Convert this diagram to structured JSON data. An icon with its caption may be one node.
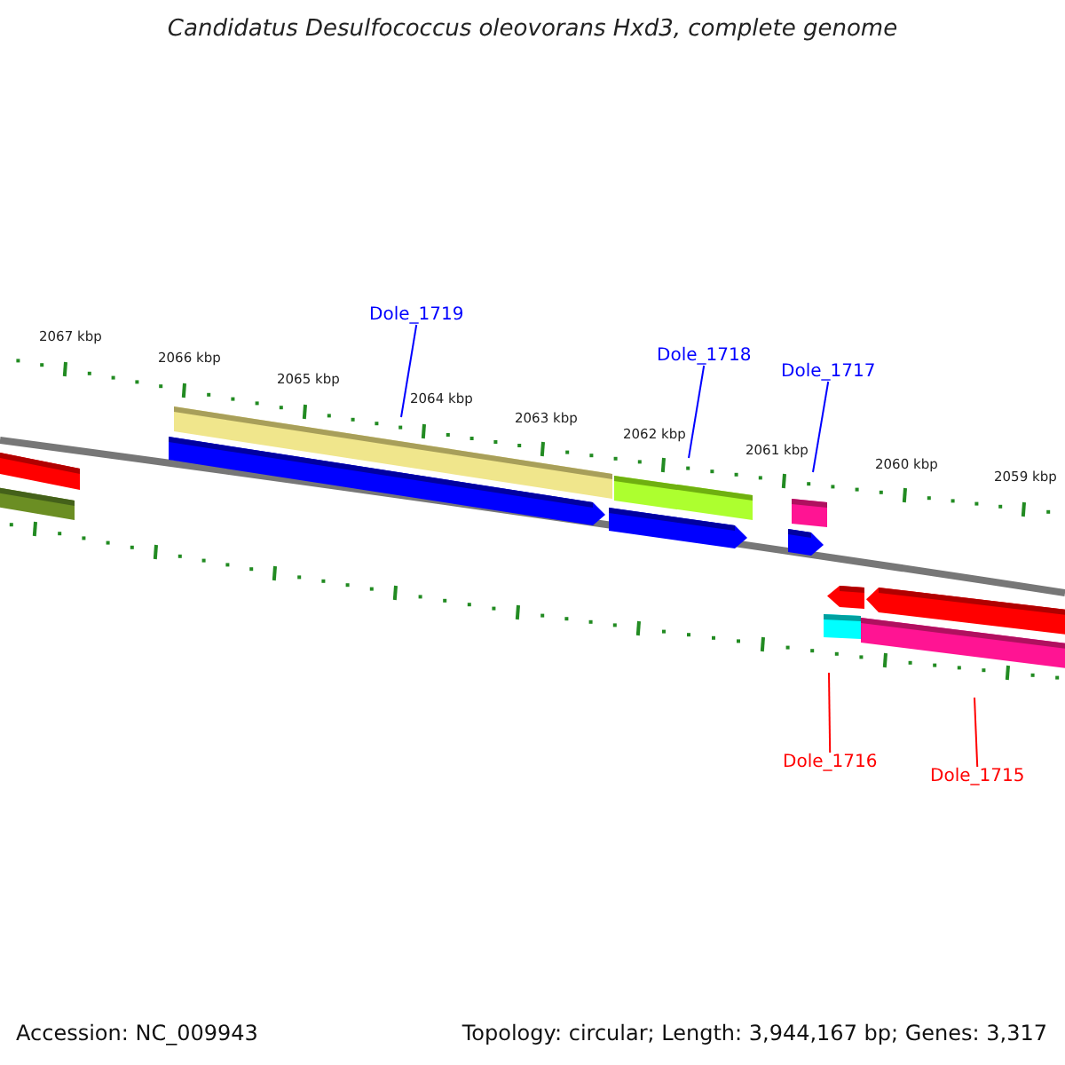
{
  "diagram": {
    "title": "Candidatus Desulfococcus oleovorans Hxd3, complete genome",
    "nodes": [
      {
        "text": [
          "Dole_1719"
        ]
      },
      {
        "text": [
          "Dole_1718"
        ]
      },
      {
        "text": [
          "Dole_1717"
        ]
      },
      {
        "text": [
          "Dole_1716"
        ]
      },
      {
        "text": [
          "Dole_1715"
        ]
      }
    ],
    "edges": [
      {
        "from": 0,
        "to": null,
        "arrow": "none"
      },
      {
        "from": 1,
        "to": null,
        "arrow": "none"
      },
      {
        "from": 2,
        "to": null,
        "arrow": "none"
      },
      {
        "from": 3,
        "to": null,
        "arrow": "none",
        "color": "#ff0000"
      },
      {
        "from": 4,
        "to": null,
        "arrow": "none",
        "color": "#ff0000"
      }
    ],
    "labels": [
      "2067 kbp",
      "2066 kbp",
      "2065 kbp",
      "2064 kbp",
      "2063 kbp",
      "2062 kbp",
      "2061 kbp",
      "2060 kbp",
      "2059 kbp",
      "Accession: NC_009943",
      "Topology: circular; Length: 3,944,167 bp; Genes: 3,317"
    ]
  }
}
